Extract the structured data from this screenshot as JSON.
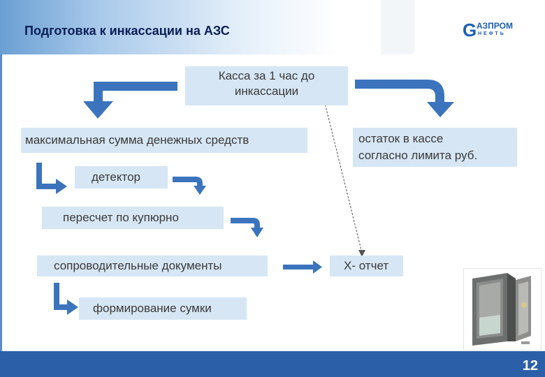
{
  "header": {
    "title": "Подготовка к инкассации на АЗС"
  },
  "logo": {
    "mark": "G",
    "name": "АЗПРОМ",
    "subtitle": "НЕФТЬ"
  },
  "diagram": {
    "root": "Касса за 1 час до инкассации",
    "max_sum": "максимальная сумма  денежных средств",
    "rest_line1": "остаток в кассе",
    "rest_line2": "согласно лимита руб.",
    "detector": "детектор",
    "recount": "пересчет по купюрно",
    "documents": "сопроводительные документы",
    "x_report": "Х- отчет",
    "bag": "формирование сумки"
  },
  "colors": {
    "box_fill": "#d6e6f4",
    "arrow": "#3b74bd",
    "footer": "#2b5fa8",
    "title": "#0b1e56"
  },
  "footer": {
    "page_number": "12"
  }
}
